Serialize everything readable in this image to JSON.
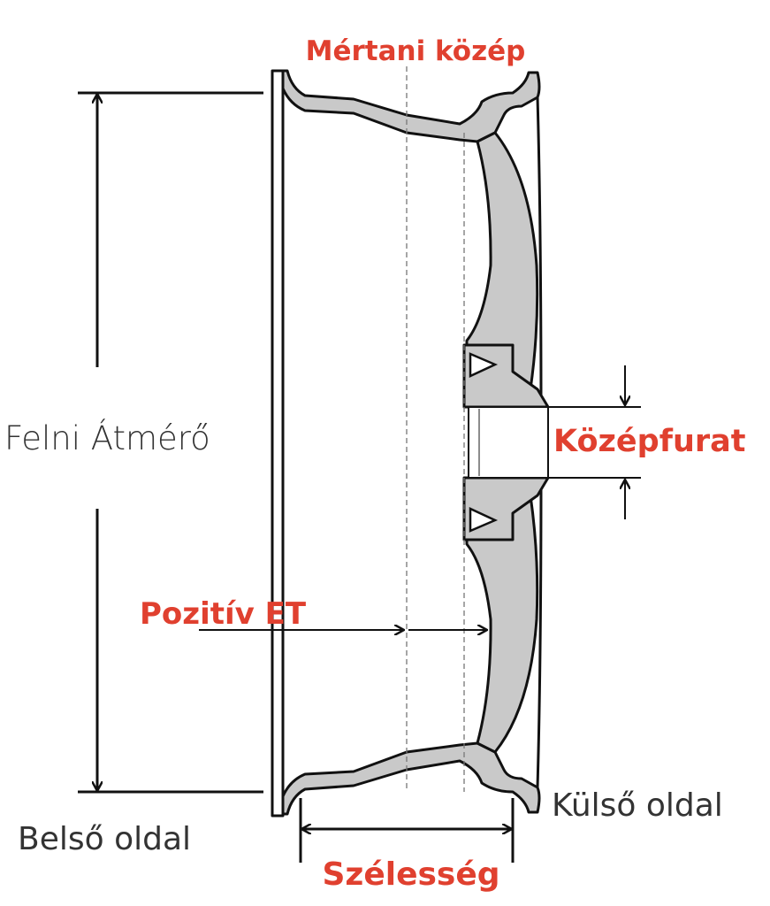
{
  "labels": {
    "geometric_center": "Mértani közép",
    "rim_diameter": "Felni Átmérő",
    "center_bore": "Középfurat",
    "positive_et": "Pozitív ET",
    "inner_side": "Belső oldal",
    "outer_side": "Külső oldal",
    "width": "Szélesség"
  },
  "colors": {
    "accent": "#e0402f",
    "text": "#333333",
    "fill": "#c9c9c9"
  }
}
